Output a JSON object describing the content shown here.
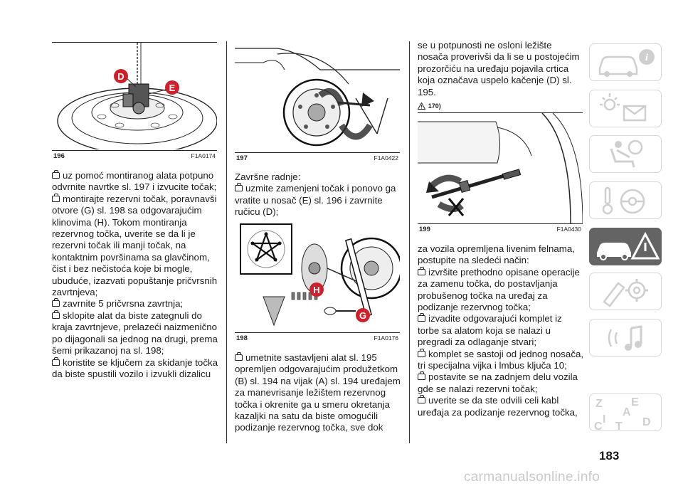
{
  "col1": {
    "figure": {
      "number": "196",
      "code": "F1A0174",
      "callouts": [
        "D",
        "E"
      ]
    },
    "paragraphs": [
      {
        "bullet": true,
        "text": "uz pomoć montiranog alata potpuno odvrnite navrtke sl. 197 i izvucite točak;"
      },
      {
        "bullet": true,
        "text": "montirajte rezervni točak, poravnavši otvore (G) sl. 198 sa odgovarajućim klinovima (H). Tokom montiranja rezervnog točka, uverite se da li je rezervni točak ili manji točak, na kontaktnim površinama sa glavčinom, čist i bez nečistoća koje bi mogle, ubuduće, izazvati popuštanje pričvrsnih zavrtnjeva;"
      },
      {
        "bullet": true,
        "text": "zavrnite 5 pričvrsna zavrtnja;"
      },
      {
        "bullet": true,
        "text": "sklopite alat da biste zategnuli do kraja zavrtnjeve, prelazeći naizmenično po dijagonali sa jednog na drugi, prema šemi prikazanoj na sl. 198;"
      },
      {
        "bullet": true,
        "text": "koristite se ključem za skidanje točka da biste spustili vozilo i izvukli dizalicu"
      }
    ]
  },
  "col2": {
    "figure197": {
      "number": "197",
      "code": "F1A0422"
    },
    "heading": "Završne radnje:",
    "para1": {
      "bullet": true,
      "text": "uzmite zamenjeni točak i ponovo ga vratite u nosač (E) sl. 196 i zavrnite ručicu (D);"
    },
    "figure198": {
      "number": "198",
      "code": "F1A0176",
      "callouts": [
        "H",
        "G"
      ]
    },
    "para2": {
      "bullet": true,
      "text": "umetnite sastavljeni alat sl. 195 opremljen odgovarajućim produžetkom (B) sl. 194 na vijak (A) sl. 194 uređajem za manevrisanje ležištem rezervnog točka i okrenite ga u smeru okretanja kazaljki na satu da biste omogućili podizanje rezervnog točka, sve dok"
    }
  },
  "col3": {
    "intro": "se u potpunosti ne osloni ležište nosača proverivši da li se u postojećim prozorčiću na uređaju pojavila crtica koja označava uspelo kačenje (D) sl. 195.",
    "warning_ref": "170)",
    "figure199": {
      "number": "199",
      "code": "F1A0430"
    },
    "lead": "za vozila opremljena livenim felnama, postupite na sledeći način:",
    "paragraphs": [
      {
        "bullet": true,
        "text": "izvršite prethodno opisane operacije za zamenu točka, do postavljanja probušenog točka na uređaj za podizanje rezervnog točka;"
      },
      {
        "bullet": true,
        "text": "izvadite odgovarajući komplet iz torbe sa alatom koja se nalazi u pregradi za odlaganje stvari;"
      },
      {
        "bullet": true,
        "text": "komplet se sastoji od jednog nosača, tri specijalna vijka i lmbus ključa 10;"
      },
      {
        "bullet": true,
        "text": "postavite se na zadnjem delu vozila gde se nalazi rezervni točak;"
      },
      {
        "bullet": true,
        "text": "uverite se da ste odvili celi kabl uređaja za podizanje rezervnog točka,"
      }
    ]
  },
  "side_tabs": [
    {
      "icon": "car-info-icon",
      "active": false
    },
    {
      "icon": "warning-lights-icon",
      "active": false
    },
    {
      "icon": "airbag-seat-icon",
      "active": false
    },
    {
      "icon": "steering-wheel-key-icon",
      "active": false
    },
    {
      "icon": "car-breakdown-icon",
      "active": true
    },
    {
      "icon": "maintenance-tools-icon",
      "active": false
    },
    {
      "icon": "multimedia-music-icon",
      "active": false
    },
    {
      "icon": "index-letters-icon",
      "active": false
    }
  ],
  "index_letters": [
    "Z",
    "E",
    "A",
    "I",
    "C",
    "T",
    "D"
  ],
  "page_number": "183",
  "footer": "carmanualsonline.info"
}
